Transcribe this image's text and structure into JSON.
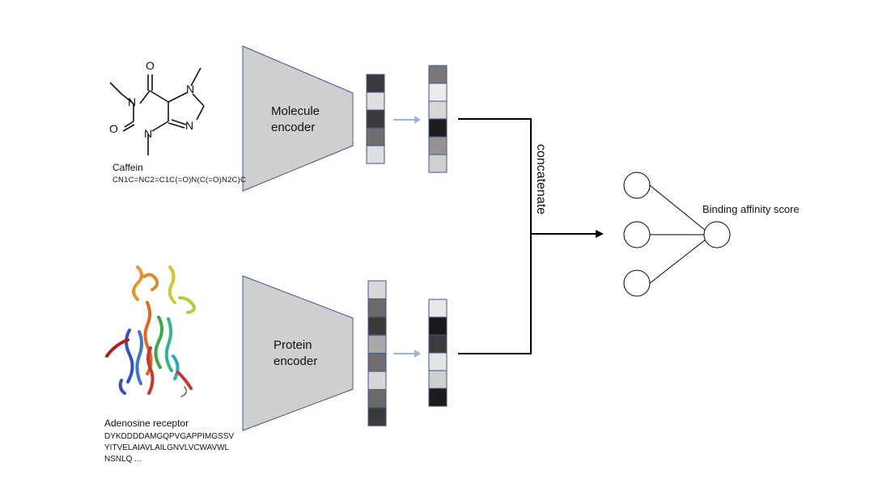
{
  "molecule": {
    "name": "Caffein",
    "smiles": "CN1C=NC2=C1C(=O)N(C(=O)N2C)C",
    "atoms": {
      "o1": "O",
      "o2": "O",
      "n1": "N",
      "n3": "N",
      "n7": "N",
      "n9": "N"
    },
    "encoder_label": "Molecule encoder",
    "input_vector": [
      "#3a3a3a",
      "#dedede",
      "#3a3a3a",
      "#6e6e6e",
      "#dedede"
    ],
    "output_vector": [
      "#787878",
      "#ececec",
      "#d6d6d6",
      "#1e1e1e",
      "#939393",
      "#d0d0d0"
    ]
  },
  "protein": {
    "name": "Adenosine receptor",
    "sequence_lines": [
      "DYKDDDDAMGQPVGAPPIMGSSV",
      "YITVELAIAVLAILGNVLVCWAVWL",
      "NSNLQ ..."
    ],
    "encoder_label": "Protein encoder",
    "input_vector": [
      "#d8d8d8",
      "#6a6a6a",
      "#3a3a3a",
      "#a8a8a8",
      "#6e6e6e",
      "#d6d6d6",
      "#6a6a6a",
      "#3a3a3a"
    ],
    "output_vector": [
      "#e8e8e8",
      "#1a1a1a",
      "#3c3c3c",
      "#e4e4e4",
      "#cfcfcf",
      "#1c1c1c"
    ]
  },
  "merge_label": "concatenate",
  "output_label": "Binding affinity score",
  "colors": {
    "encoder_fill": "#cfcfcf",
    "encoder_stroke": "#3a5a8a",
    "arrow": "#9db4d8",
    "line": "#000000"
  }
}
